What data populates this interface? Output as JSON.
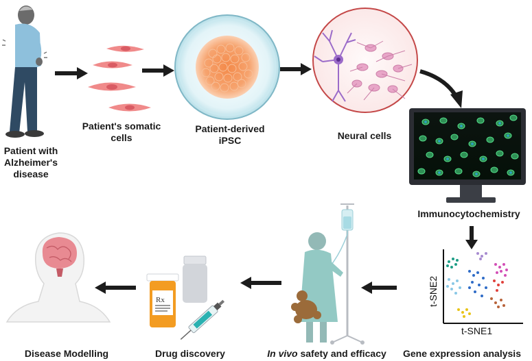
{
  "labels": {
    "patient_line1": "Patient with",
    "patient_line2": "Alzheimer's",
    "patient_line3": "disease",
    "somatic_line1": "Patient's somatic",
    "somatic_line2": "cells",
    "ipsc_line1": "Patient-derived",
    "ipsc_line2": "iPSC",
    "neural": "Neural cells",
    "icc": "Immunocytochemistry",
    "gene": "Gene expression analysis",
    "invivo_italic": "In vivo",
    "invivo_rest": " safety and efficacy",
    "drug": "Drug discovery",
    "disease": "Disease Modelling",
    "tsne_x": "t-SNE1",
    "tsne_y": "t-SNE2",
    "rx": "Rx"
  },
  "colors": {
    "arrow": "#1c1c1c",
    "somatic_cell": "#f08a8a",
    "ipsc": "#f6a36e",
    "neuron_purple": "#9b6bc9",
    "neuron_pink": "#e8a6c8",
    "icc_green": "#39c46a",
    "monitor": "#2b2d33",
    "gown": "#93c9c4",
    "pill_bottle": "#f39c22",
    "brain": "#e88a92"
  },
  "icons": [
    "elderly-patient-icon",
    "petri-dish-icon",
    "neuron-icon",
    "monitor-icon",
    "iv-drip-icon",
    "pill-bottle-icon",
    "syringe-icon",
    "head-brain-icon"
  ]
}
